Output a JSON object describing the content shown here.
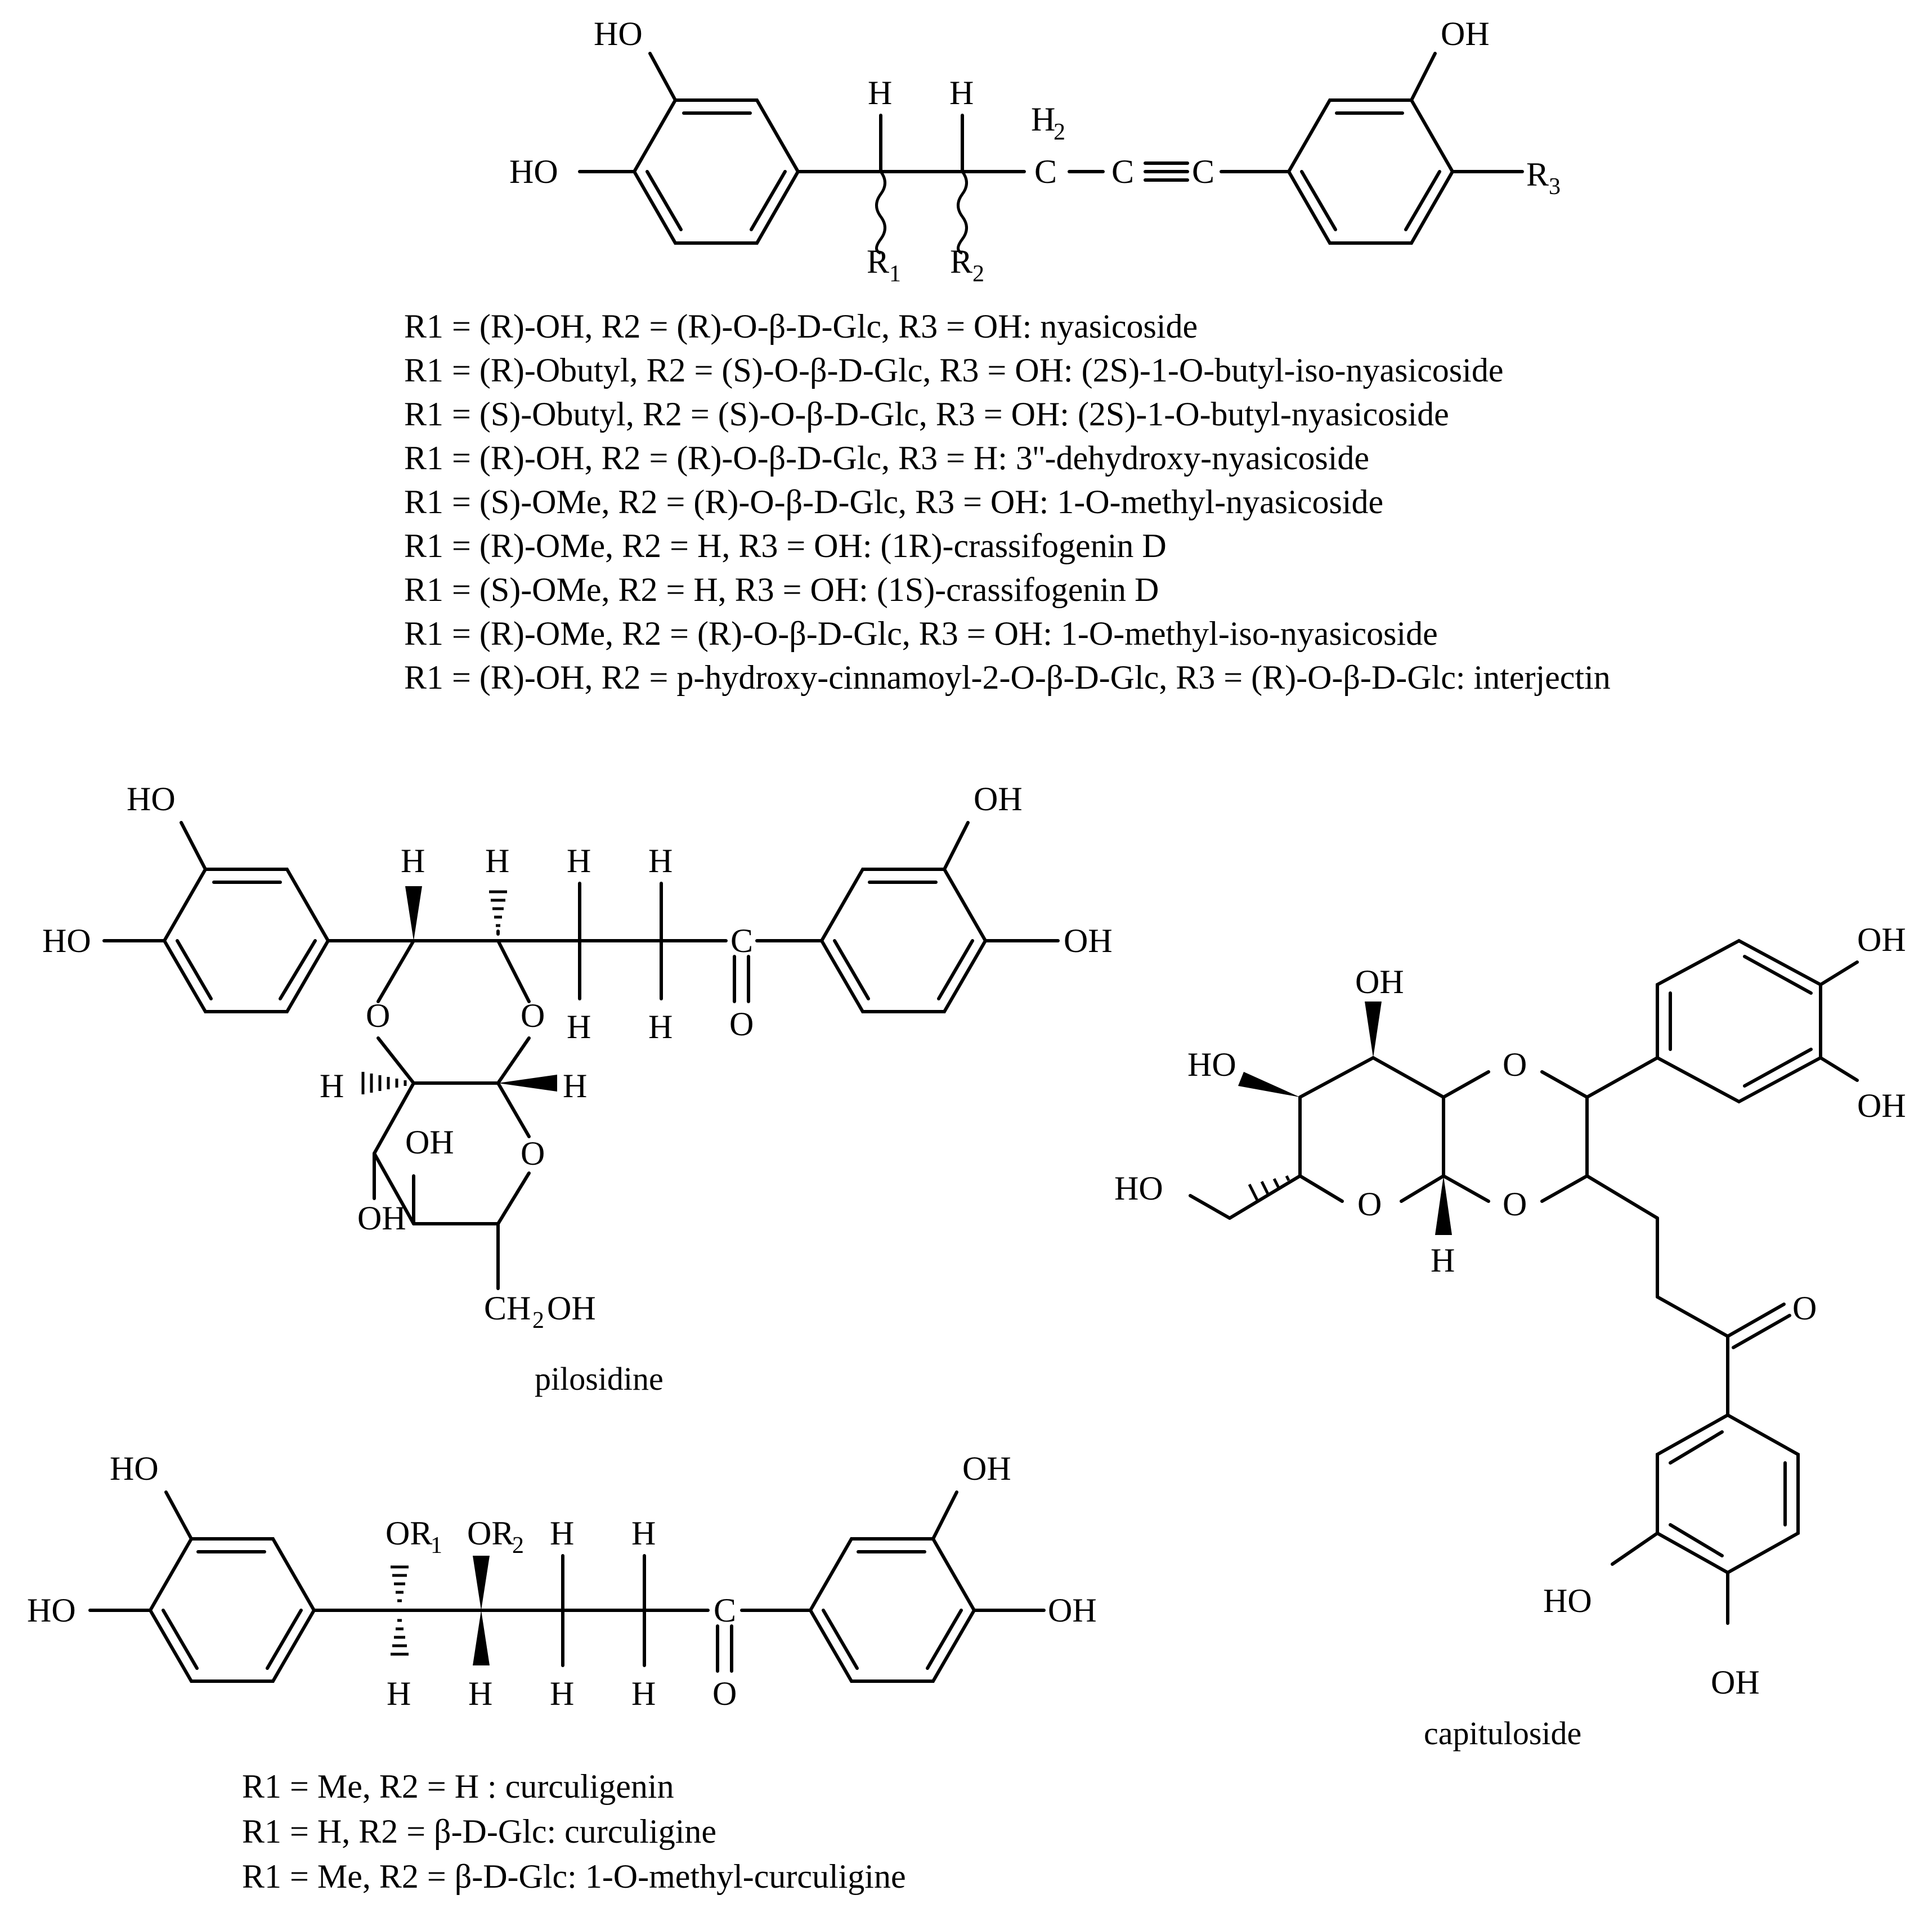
{
  "colors": {
    "ink": "#000000",
    "background": "#ffffff"
  },
  "atoms": {
    "OH": "OH",
    "HO": "HO",
    "H": "H",
    "O": "O",
    "C": "C",
    "R": "R",
    "CH": "CH",
    "OR": "OR",
    "s1": "1",
    "s2": "2",
    "s3": "3",
    "R3_label": "R3"
  },
  "top_structure": {
    "variants": [
      "R1 = (R)-OH, R2 = (R)-O-β-D-Glc, R3 = OH: nyasicoside",
      "R1 = (R)-Obutyl, R2 = (S)-O-β-D-Glc, R3 = OH: (2S)-1-O-butyl-iso-nyasicoside",
      "R1 = (S)-Obutyl, R2 = (S)-O-β-D-Glc, R3 = OH: (2S)-1-O-butyl-nyasicoside",
      "R1 = (R)-OH, R2 = (R)-O-β-D-Glc, R3 = H:  3''-dehydroxy-nyasicoside",
      "R1 = (S)-OMe, R2 = (R)-O-β-D-Glc, R3 = OH: 1-O-methyl-nyasicoside",
      "R1 = (R)-OMe, R2 = H, R3 = OH: (1R)-crassifogenin D",
      "R1 = (S)-OMe, R2 = H, R3 = OH: (1S)-crassifogenin D",
      "R1 = (R)-OMe, R2 = (R)-O-β-D-Glc, R3 = OH: 1-O-methyl-iso-nyasicoside",
      "R1 = (R)-OH, R2 = p-hydroxy-cinnamoyl-2-O-β-D-Glc, R3 = (R)-O-β-D-Glc: interjectin"
    ]
  },
  "pilosidine": {
    "name": "pilosidine"
  },
  "capituloside": {
    "name": "capituloside"
  },
  "curculigenin_structure": {
    "variants": [
      "R1 = Me, R2 = H : curculigenin",
      "R1 = H, R2 = β-D-Glc: curculigine",
      "R1 = Me, R2 = β-D-Glc: 1-O-methyl-curculigine"
    ]
  }
}
